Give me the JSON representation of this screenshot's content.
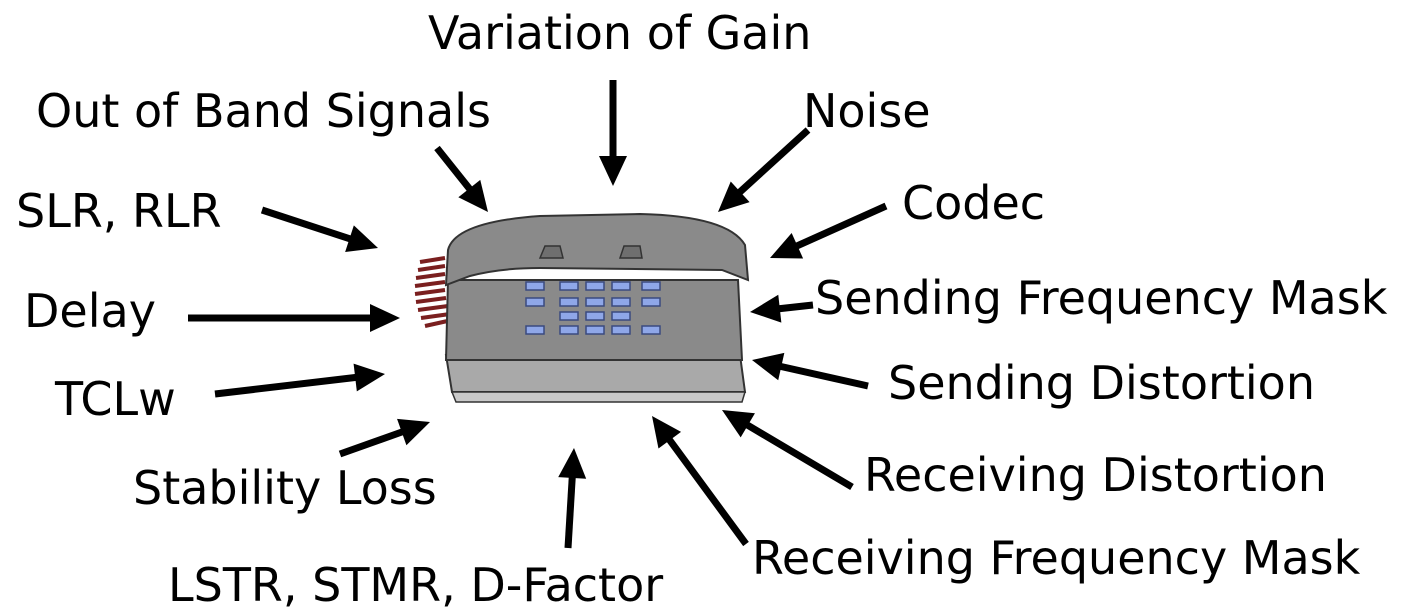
{
  "labels": {
    "variation_of_gain": "Variation of Gain",
    "out_of_band_signals": "Out of Band Signals",
    "noise": "Noise",
    "slr_rlr": "SLR, RLR",
    "codec": "Codec",
    "delay": "Delay",
    "sending_frequency_mask": "Sending Frequency Mask",
    "tclw": "TCLw",
    "sending_distortion": "Sending Distortion",
    "stability_loss": "Stability Loss",
    "receiving_distortion": "Receiving Distortion",
    "receiving_frequency_mask": "Receiving Frequency Mask",
    "lstr_stmr_dfactor": "LSTR, STMR, D-Factor"
  },
  "colors": {
    "phone_body": "#8a8a8a",
    "phone_shadow": "#6f6f6f",
    "phone_light": "#a9a9a9",
    "keypad_key": "#8fa7e8",
    "cord": "#7a1f1f"
  },
  "icons": {
    "telephone": "desk-telephone-icon"
  }
}
